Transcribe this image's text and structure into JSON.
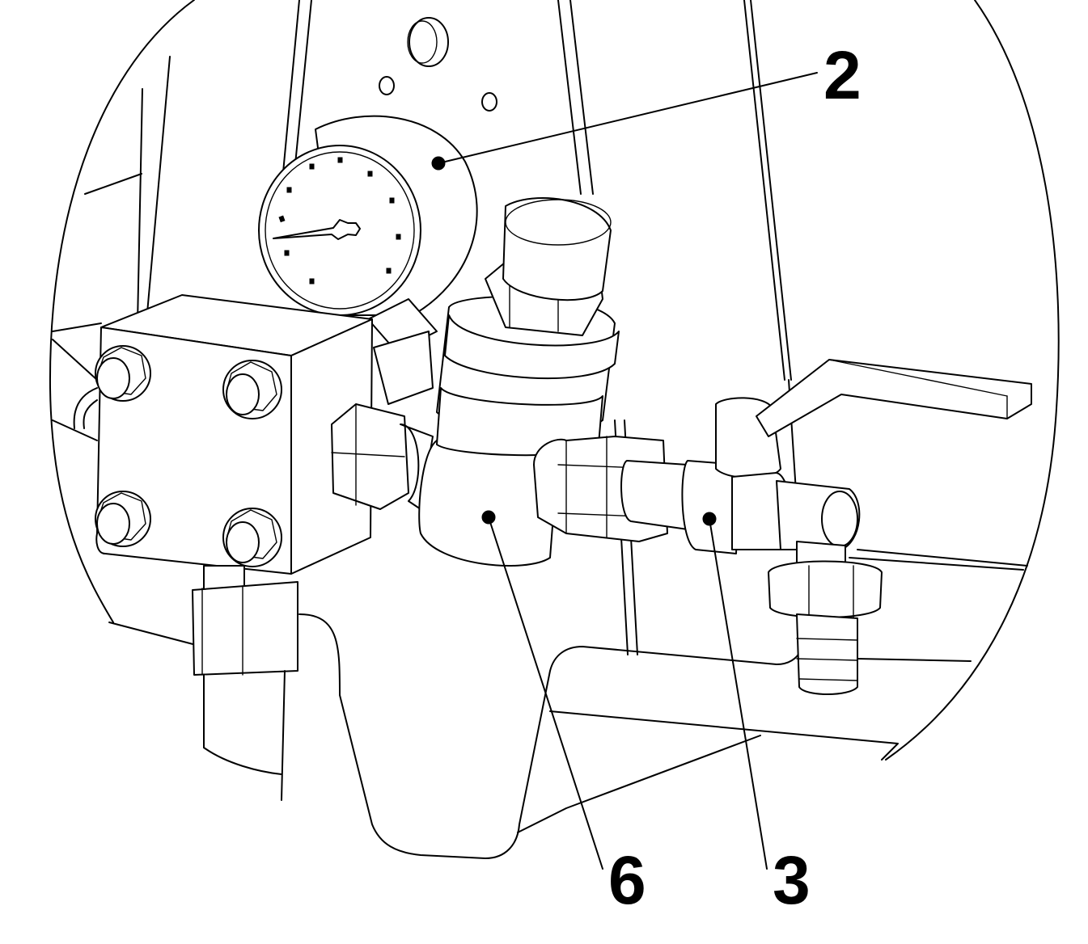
{
  "callouts": [
    {
      "id": "gauge",
      "label": "2"
    },
    {
      "id": "reducer",
      "label": "6"
    },
    {
      "id": "tap",
      "label": "3"
    }
  ],
  "colors": {
    "line": "#000000",
    "background": "#ffffff"
  }
}
